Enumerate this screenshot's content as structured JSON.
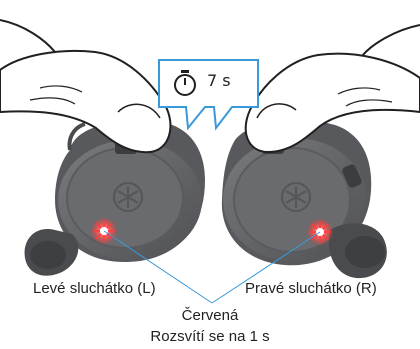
{
  "timer": {
    "duration_text": "7 s",
    "icon": "stopwatch-icon"
  },
  "labels": {
    "left_earbud": "Levé sluchátko (L)",
    "right_earbud": "Pravé sluchátko (R)",
    "led_color": "Červená",
    "led_duration": "Rozsvítí se na 1 s"
  },
  "colors": {
    "callout_border": "#3a9ad9",
    "earbud_body": "#6d6e71",
    "led": "#ff3030"
  }
}
